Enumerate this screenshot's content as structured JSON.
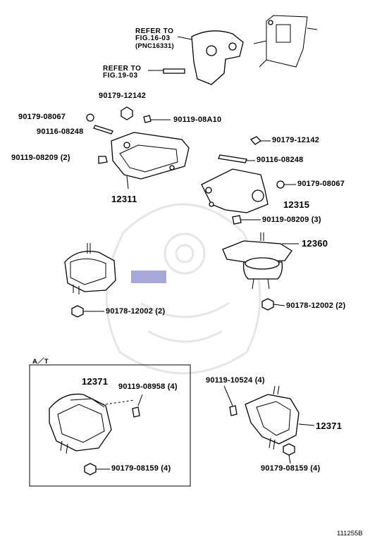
{
  "refs": {
    "fig16_line1": "REFER TO",
    "fig16_line2": "FIG.16-03",
    "fig16_pnc": "(PNC16331)",
    "fig19_line1": "REFER TO",
    "fig19_line2": "FIG.19-03"
  },
  "labels": {
    "p90179_12142_top": "90179-12142",
    "p90179_08067_left": "90179-08067",
    "p90119_08A10": "90119-08A10",
    "p90116_08248_left": "90116-08248",
    "p90119_08209_2": "90119-08209 (2)",
    "p12311": "12311",
    "p90179_12142_right": "90179-12142",
    "p90116_08248_right": "90116-08248",
    "p90179_08067_right": "90179-08067",
    "p12315": "12315",
    "p90119_08209_3": "90119-08209 (3)",
    "p12360": "12360",
    "p90178_12002_left": "90178-12002 (2)",
    "p90178_12002_right": "90178-12002 (2)",
    "at_box": "A／T",
    "p12371_box": "12371",
    "p90119_08958": "90119-08958 (4)",
    "p90179_08159_box": "90179-08159 (4)",
    "p90119_10524": "90119-10524 (4)",
    "p12371_right": "12371",
    "p90179_08159_right": "90179-08159 (4)",
    "figure_code": "111255B"
  }
}
